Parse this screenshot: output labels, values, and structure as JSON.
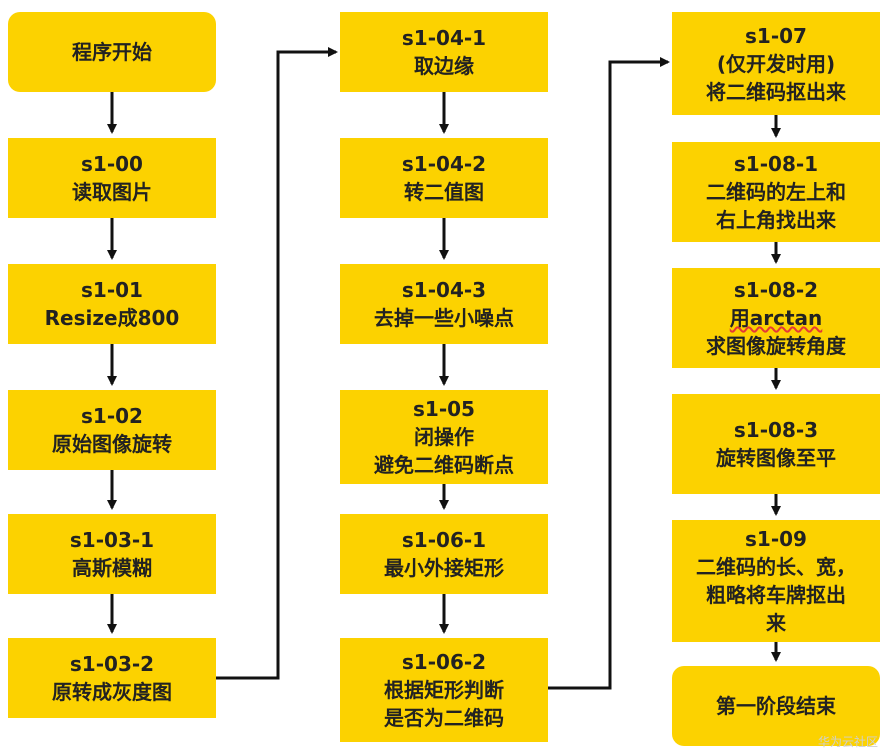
{
  "nodes": {
    "start": [
      "程序开始"
    ],
    "s1_00": [
      "s1-00",
      "读取图片"
    ],
    "s1_01": [
      "s1-01",
      "Resize成800"
    ],
    "s1_02": [
      "s1-02",
      "原始图像旋转"
    ],
    "s1_03_1": [
      "s1-03-1",
      "高斯模糊"
    ],
    "s1_03_2": [
      "s1-03-2",
      "原转成灰度图"
    ],
    "s1_04_1": [
      "s1-04-1",
      "取边缘"
    ],
    "s1_04_2": [
      "s1-04-2",
      "转二值图"
    ],
    "s1_04_3": [
      "s1-04-3",
      "去掉一些小噪点"
    ],
    "s1_05": [
      "s1-05",
      "闭操作",
      "避免二维码断点"
    ],
    "s1_06_1": [
      "s1-06-1",
      "最小外接矩形"
    ],
    "s1_06_2": [
      "s1-06-2",
      "根据矩形判断",
      "是否为二维码"
    ],
    "s1_07": [
      "s1-07",
      "(仅开发时用)",
      "将二维码抠出来"
    ],
    "s1_08_1": [
      "s1-08-1",
      "二维码的左上和",
      "右上角找出来"
    ],
    "s1_08_2": [
      "s1-08-2",
      "用arctan",
      "求图像旋转角度"
    ],
    "s1_08_3": [
      "s1-08-3",
      "旋转图像至平"
    ],
    "s1_09": [
      "s1-09",
      "二维码的长、宽，",
      "粗略将车牌抠出",
      "来"
    ],
    "end": [
      "第一阶段结束"
    ]
  },
  "watermark": "华为云社区",
  "colors": {
    "box": "#fcd200",
    "text": "#222222",
    "arrow": "#111111"
  }
}
